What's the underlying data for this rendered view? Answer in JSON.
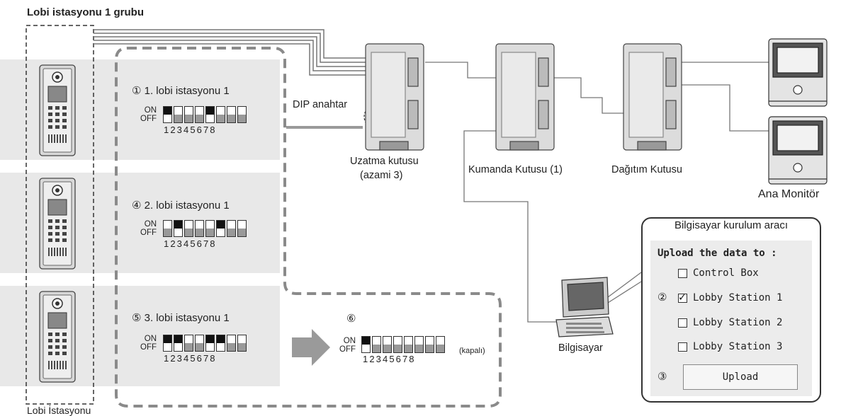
{
  "group_title": "Lobi istasyonu 1 grubu",
  "lobby_station_label": "Lobi İstasyonu",
  "dip_switch_label": "DIP anahtar",
  "on_label": "ON",
  "off_label": "OFF",
  "dip_digits": "12345678",
  "rows": [
    {
      "marker": "①",
      "text": "1. lobi istasyonu 1",
      "switches": [
        true,
        false,
        false,
        false,
        true,
        false,
        false,
        false
      ]
    },
    {
      "marker": "④",
      "text": "2. lobi istasyonu 1",
      "switches": [
        false,
        true,
        false,
        false,
        false,
        true,
        false,
        false
      ]
    },
    {
      "marker": "⑤",
      "text": "3. lobi istasyonu 1",
      "switches": [
        true,
        true,
        false,
        false,
        true,
        true,
        false,
        false
      ]
    }
  ],
  "final": {
    "marker": "⑥",
    "suffix": "(kapalı)",
    "switches": [
      true,
      false,
      false,
      false,
      false,
      false,
      false,
      false
    ]
  },
  "devices": {
    "extension_box": "Uzatma kutusu",
    "extension_box_note": "(azami 3)",
    "control_box": "Kumanda Kutusu (1)",
    "distribution_box": "Dağıtım Kutusu",
    "main_monitor": "Ana Monitör",
    "computer": "Bilgisayar"
  },
  "tool": {
    "title": "Bilgisayar kurulum aracı",
    "heading": "Upload the data to :",
    "options": [
      {
        "marker": "",
        "label": "Control Box",
        "checked": false
      },
      {
        "marker": "②",
        "label": "Lobby Station 1",
        "checked": true
      },
      {
        "marker": "",
        "label": "Lobby Station 2",
        "checked": false
      },
      {
        "marker": "",
        "label": "Lobby Station 3",
        "checked": false
      }
    ],
    "upload_marker": "③",
    "upload_label": "Upload"
  },
  "colors": {
    "band": "#e8e8e8",
    "dash": "#8a8a8a",
    "arrow": "#9a9a9a",
    "wire": "#777777"
  }
}
